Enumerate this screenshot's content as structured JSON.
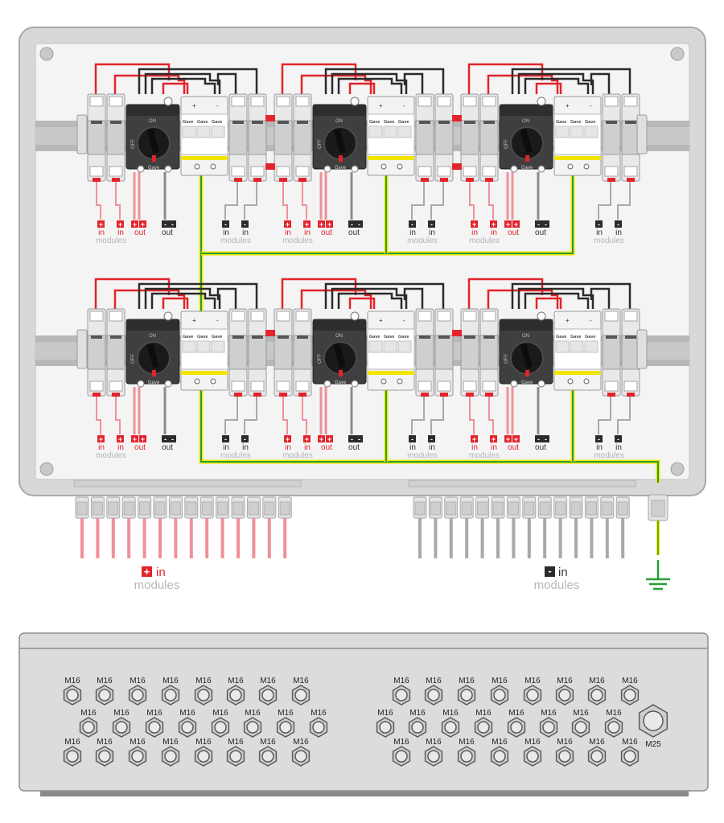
{
  "colors": {
    "positive": "#e3242b",
    "negative": "#2b2b2b",
    "ground": "#2a9d3a",
    "ground_yellow": "#f2e600",
    "enclosure": "#d7d7d7",
    "panel": "#f4f4f4",
    "rail": "#b9b9b9",
    "pos_cable": "#f0909a",
    "neg_cable": "#a9a9a9"
  },
  "icons": {
    "positive": "plus-square-icon",
    "negative": "minus-square-icon",
    "earth": "earth-ground-icon",
    "switch": "rotary-switch-icon"
  },
  "labels": {
    "in": "in",
    "out": "out",
    "modules": "modules",
    "pos_mark": "+",
    "neg_mark": "-",
    "bottom_pos_in": "in",
    "bottom_pos_modules": "modules",
    "bottom_neg_in": "in",
    "bottom_neg_modules": "modules"
  },
  "strings": {
    "count": 6,
    "units": [
      {
        "position": "top-left"
      },
      {
        "position": "top-middle"
      },
      {
        "position": "top-right"
      },
      {
        "position": "bottom-left"
      },
      {
        "position": "bottom-middle"
      },
      {
        "position": "bottom-right"
      }
    ]
  },
  "device": {
    "brand": "Gave",
    "switch_on": "ON",
    "switch_off": "OFF"
  },
  "glands": {
    "m16": "M16",
    "m25": "M25"
  }
}
